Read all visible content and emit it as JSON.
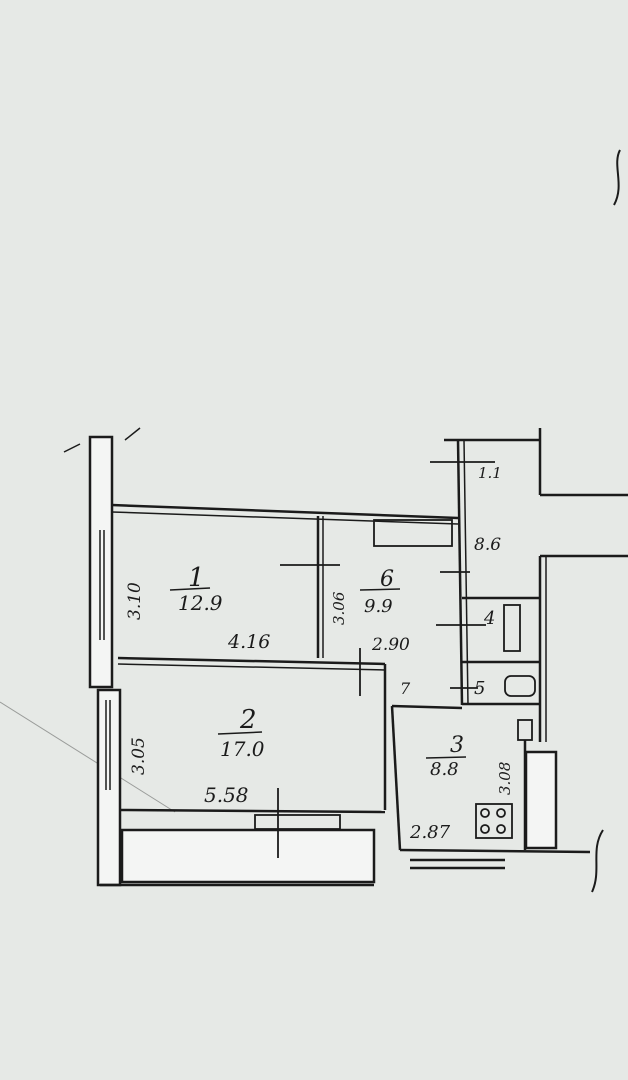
{
  "colors": {
    "paper": "#e6e9e6",
    "ink": "#1b1b1b",
    "wall_fill": "#f4f5f4"
  },
  "rooms": [
    {
      "number": "1",
      "area": "12.9"
    },
    {
      "number": "2",
      "area": "17.0"
    },
    {
      "number": "3",
      "area": "8.8"
    },
    {
      "number": "4"
    },
    {
      "number": "5"
    },
    {
      "number": "6",
      "area": "9.9"
    },
    {
      "number": "7"
    }
  ],
  "dimensions": {
    "room1_width": "4.16",
    "room1_depth": "3.10",
    "room2_width": "5.58",
    "room2_depth": "3.05",
    "room6_width": "2.90",
    "room6_depth": "3.06",
    "room3_width": "2.87",
    "room3_depth": "3.08",
    "hall_area": "8.6",
    "top_hall_value": "1.1"
  }
}
